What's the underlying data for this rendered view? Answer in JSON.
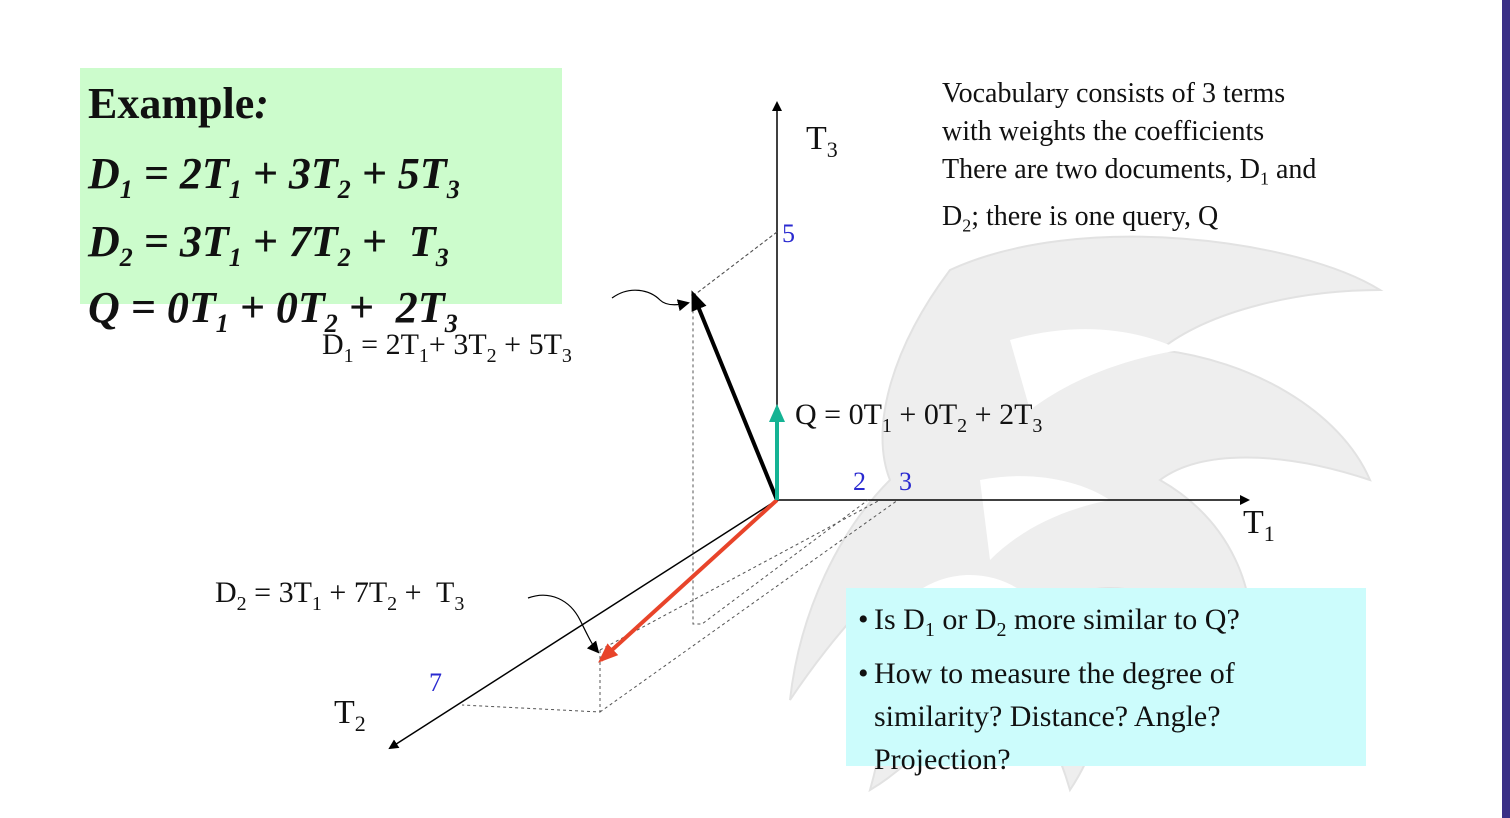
{
  "example": {
    "title": "Example",
    "colon": ":",
    "d1": {
      "name": "D",
      "sub": "1",
      "t1": "2T",
      "t2": "3T",
      "t3": "5T"
    },
    "d2": {
      "name": "D",
      "sub": "2",
      "t1": "3T",
      "t2": "7T",
      "t3": "T"
    },
    "q": {
      "name": "Q",
      "t1": "0T",
      "t2": "0T",
      "t3": "2T"
    }
  },
  "vocabulary": {
    "line1": "Vocabulary consists of 3 terms",
    "line2": "with weights the coefficients",
    "line3a": "There are two documents, D",
    "line3b": " and",
    "line4a": "D",
    "line4b": "; there is one query, Q"
  },
  "axes": {
    "t1": {
      "name": "T",
      "sub": "1"
    },
    "t2": {
      "name": "T",
      "sub": "2"
    },
    "t3": {
      "name": "T",
      "sub": "3"
    }
  },
  "ticks": {
    "t3": "5",
    "t1a": "2",
    "t1b": "3",
    "t2": "7"
  },
  "vectors": {
    "d1": {
      "label": "D1 = 2T1+ 3T2 + 5T3",
      "coords": [
        2,
        3,
        5
      ],
      "color": "#000000"
    },
    "d2": {
      "label": "D2 = 3T1 + 7T2 + T3",
      "coords": [
        3,
        7,
        1
      ],
      "color": "#e8442a"
    },
    "q": {
      "label": "Q = 0T1 + 0T2 + 2T3",
      "coords": [
        0,
        0,
        2
      ],
      "color": "#15b394"
    }
  },
  "questions": {
    "q1a": "Is D",
    "q1b": " or D",
    "q1c": " more similar to Q?",
    "q2a": "How to measure the degree of",
    "q2b": "similarity? Distance? Angle?",
    "q2c": "Projection?"
  }
}
